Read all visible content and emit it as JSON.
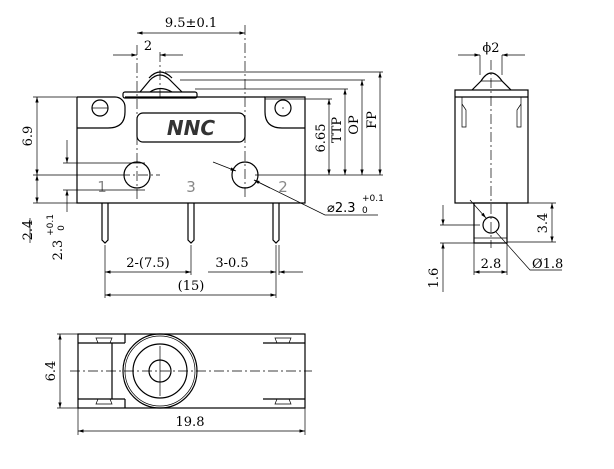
{
  "brand": {
    "logo": "NNC"
  },
  "front_view": {
    "terminals": [
      "1",
      "3",
      "2"
    ],
    "dims": {
      "pitch": "9.5±0.1",
      "actuator_offset": "2",
      "height": "6.9",
      "pin_depth": "2.4",
      "hole_height": "2.3",
      "hole_height_tol_plus": "+0.1",
      "hole_height_tol_minus": "0",
      "pin_spacing": "2-(7.5)",
      "pin_width": "3-0.5",
      "pin_total": "(15)",
      "hole_dia": "⌀2.3",
      "hole_dia_tol_plus": "+0.1",
      "hole_dia_tol_minus": "0",
      "rest_height": "6.65",
      "ttp": "TTP",
      "op": "OP",
      "fp": "FP"
    }
  },
  "side_view": {
    "dims": {
      "actuator_dia": "ϕ2",
      "tab_height": "3.4",
      "tab_width": "2.8",
      "pin_hole_dia": "Ø1.8",
      "hole_offset": "1.6"
    }
  },
  "bottom_view": {
    "dims": {
      "width": "6.4",
      "length": "19.8"
    }
  }
}
